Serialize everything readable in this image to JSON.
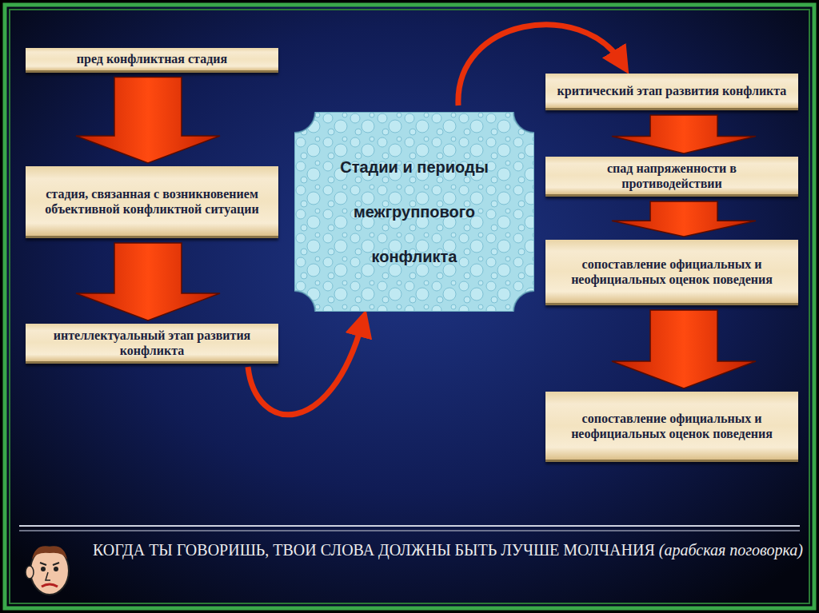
{
  "diagram": {
    "caption": "КОГДА ТЫ ГОВОРИШЬ, ТВОИ СЛОВА ДОЛЖНЫ БЫТЬ ЛУЧШЕ МОЛЧАНИЯ",
    "nodes": [
      {
        "text": [
          "пред конфликтная стадия"
        ]
      },
      {
        "text": [
          "стадия, связанная с возникновением объективной конфликтной ситуации"
        ]
      },
      {
        "text": [
          "интеллектуальный этап развития конфликта"
        ]
      },
      {
        "text": [
          "Стадии и периоды межгруппового конфликта"
        ]
      },
      {
        "text": [
          "критический этап развития конфликта"
        ]
      },
      {
        "text": [
          "спад напряженности в противодействии"
        ]
      },
      {
        "text": [
          "сопоставление официальных и неофициальных оценок поведения"
        ]
      },
      {
        "text": [
          "сопоставление официальных и неофициальных оценок поведения"
        ]
      }
    ],
    "edges": [
      {
        "from": 0,
        "to": 1,
        "arrow": "to"
      },
      {
        "from": 1,
        "to": 2,
        "arrow": "to"
      },
      {
        "from": 2,
        "to": 3,
        "arrow": "to"
      },
      {
        "from": 3,
        "to": 4,
        "arrow": "to"
      },
      {
        "from": 4,
        "to": 5,
        "arrow": "to"
      },
      {
        "from": 5,
        "to": 6,
        "arrow": "to"
      },
      {
        "from": 6,
        "to": 7,
        "arrow": "to"
      }
    ],
    "labels": [
      "(арабская поговорка)"
    ]
  }
}
